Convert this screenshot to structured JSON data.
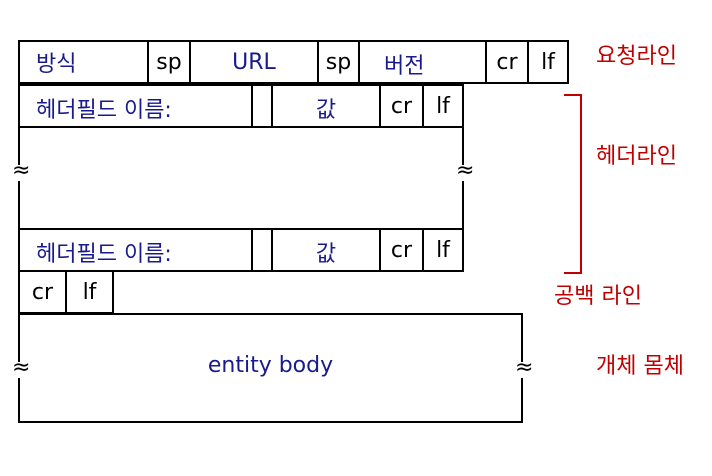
{
  "request_line": {
    "method": "방식",
    "sp1": "sp",
    "url": "URL",
    "sp2": "sp",
    "version": "버전",
    "cr": "cr",
    "lf": "lf"
  },
  "header_line_1": {
    "field_name": "헤더필드 이름:",
    "value": "값",
    "cr": "cr",
    "lf": "lf"
  },
  "header_line_2": {
    "field_name": "헤더필드 이름:",
    "value": "값",
    "cr": "cr",
    "lf": "lf"
  },
  "blank_line": {
    "cr": "cr",
    "lf": "lf"
  },
  "body": {
    "label": "entity body"
  },
  "side_labels": {
    "request_line": "요청라인",
    "header_lines": "헤더라인",
    "blank_line": "공백 라인",
    "entity_body": "개체 몸체"
  },
  "colors": {
    "field_text": "#1a1a8c",
    "annotation": "#c00000",
    "border": "#000000"
  }
}
